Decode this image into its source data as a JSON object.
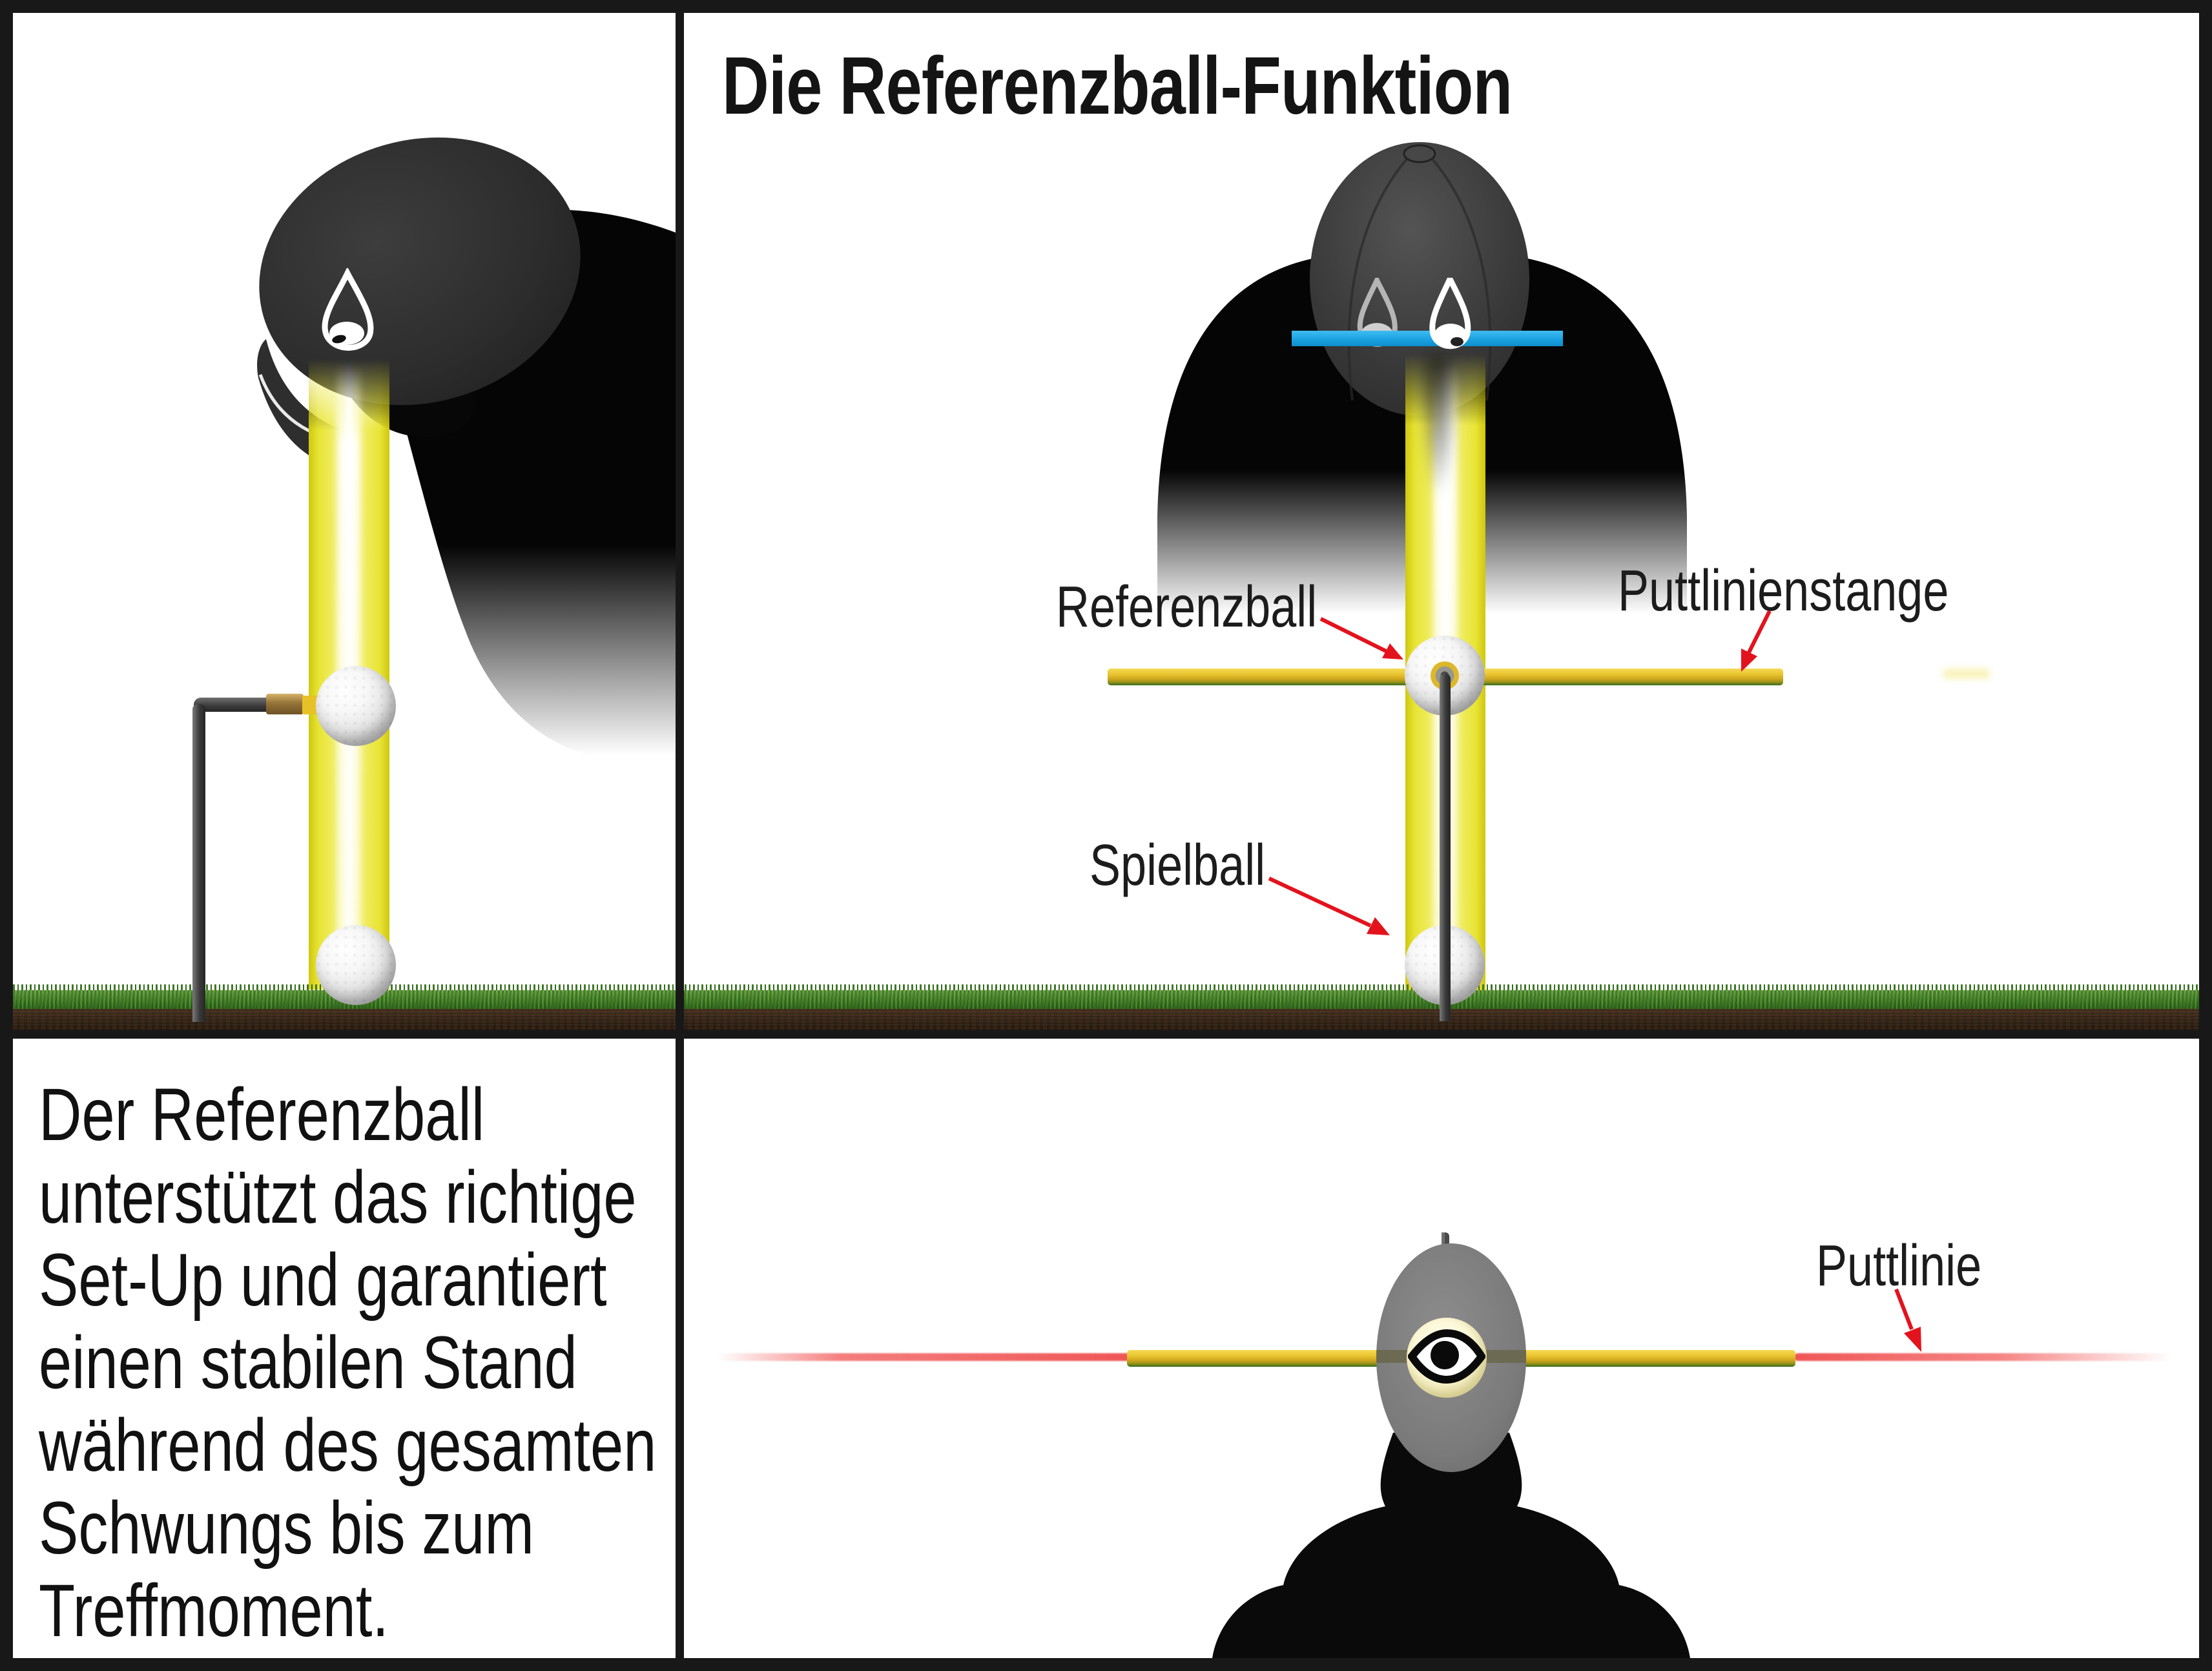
{
  "title": "Die Referenzball-Funktion",
  "labels": {
    "referenzball": "Referenzball",
    "puttlinienstange": "Puttlinienstange",
    "spielball": "Spielball",
    "puttlinie": "Puttlinie"
  },
  "paragraph": {
    "lines": [
      "Der Referenzball",
      "unterstützt das richtige",
      "Set-Up und garantiert",
      "einen stabilen Stand",
      "während des gesamten",
      "Schwungs bis zum",
      "Treffmoment."
    ]
  },
  "icons": {
    "top_left_figure": "golfer-side-view-looking-down",
    "top_right_figure": "golfer-front-top-view",
    "bottom_right_figure": "golfer-overhead-view",
    "eye": "eye-icon",
    "beam": "sight-beam",
    "arrows": "red-pointer-arrow"
  },
  "colors": {
    "accent_arrow_red": "#e3131d",
    "putt_line_red": "#f25c5c",
    "beam_yellow": "#e8e434",
    "rod_yellow": "#e8c42f",
    "rod_green_edge": "#4e7a1d",
    "eye_level_blue": "#189fe0",
    "grass_green": "#4c8a2e",
    "soil_brown": "#35261a",
    "silhouette_black": "#0a0a0a",
    "cap_gray": "#3a3a3a",
    "head_gray": "#7d7d7d"
  }
}
